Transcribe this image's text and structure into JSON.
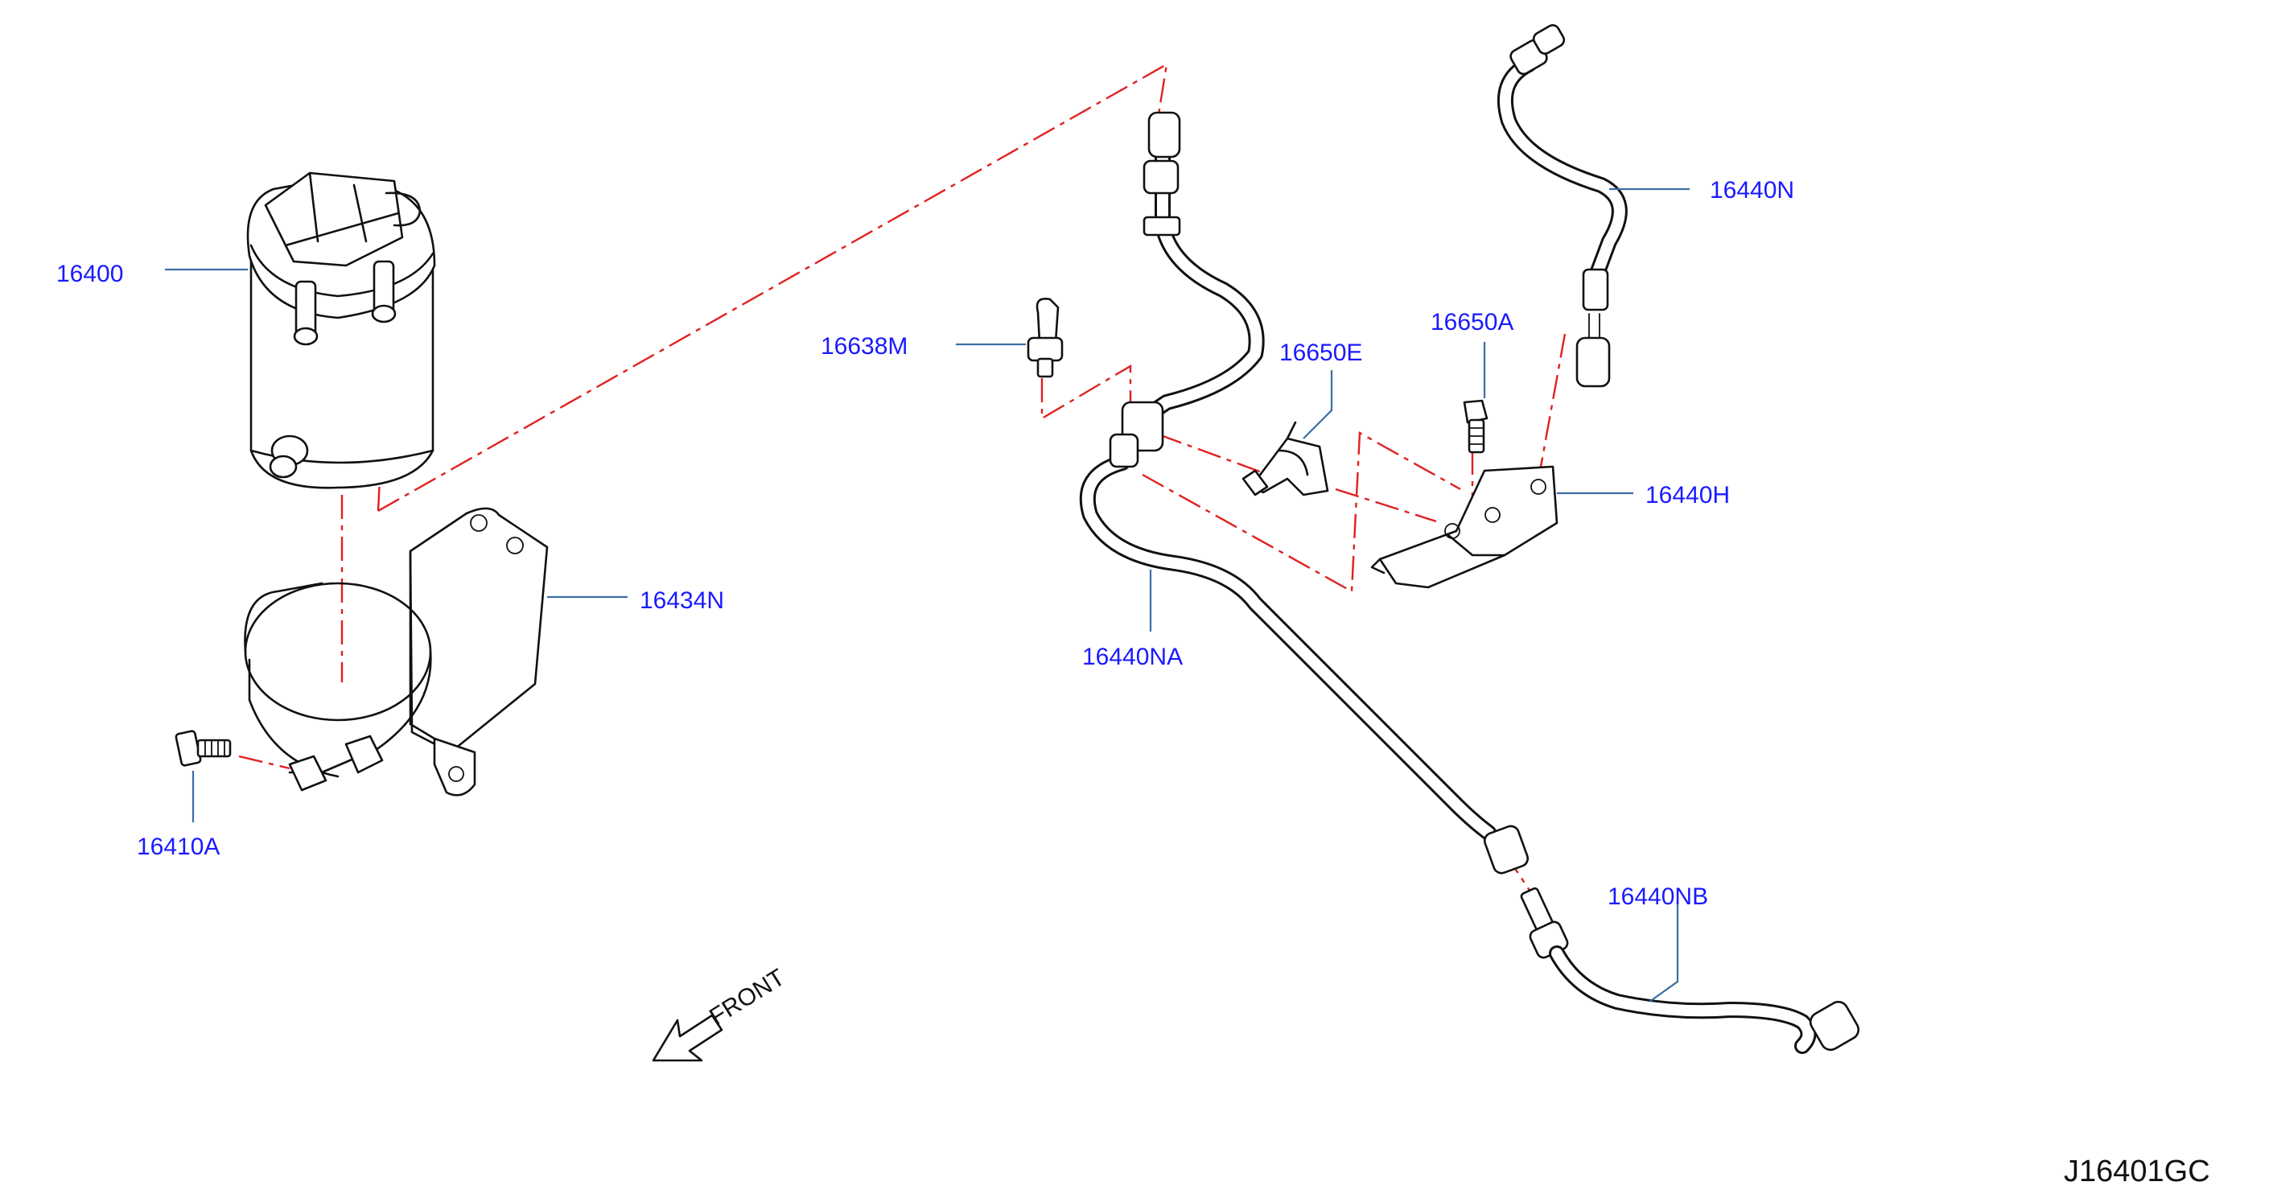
{
  "colors": {
    "line_art": "#111111",
    "callout_text": "#1a1aff",
    "leader_line": "#3a6ea5",
    "dash_line": "#e02020",
    "front_text": "#111111",
    "drawing_code": "#111111"
  },
  "callouts": {
    "filter_16400": "16400",
    "bracket_16434N": "16434N",
    "bolt_16410A": "16410A",
    "sensor_16638M": "16638M",
    "clip_16650E": "16650E",
    "bolt_16650A": "16650A",
    "hose_16440N": "16440N",
    "bracket_16440H": "16440H",
    "hose_16440NA": "16440NA",
    "hose_16440NB": "16440NB"
  },
  "front_label": "FRONT",
  "drawing_code": "J16401GC",
  "icons": {
    "front_arrow": "front-arrow-icon"
  }
}
